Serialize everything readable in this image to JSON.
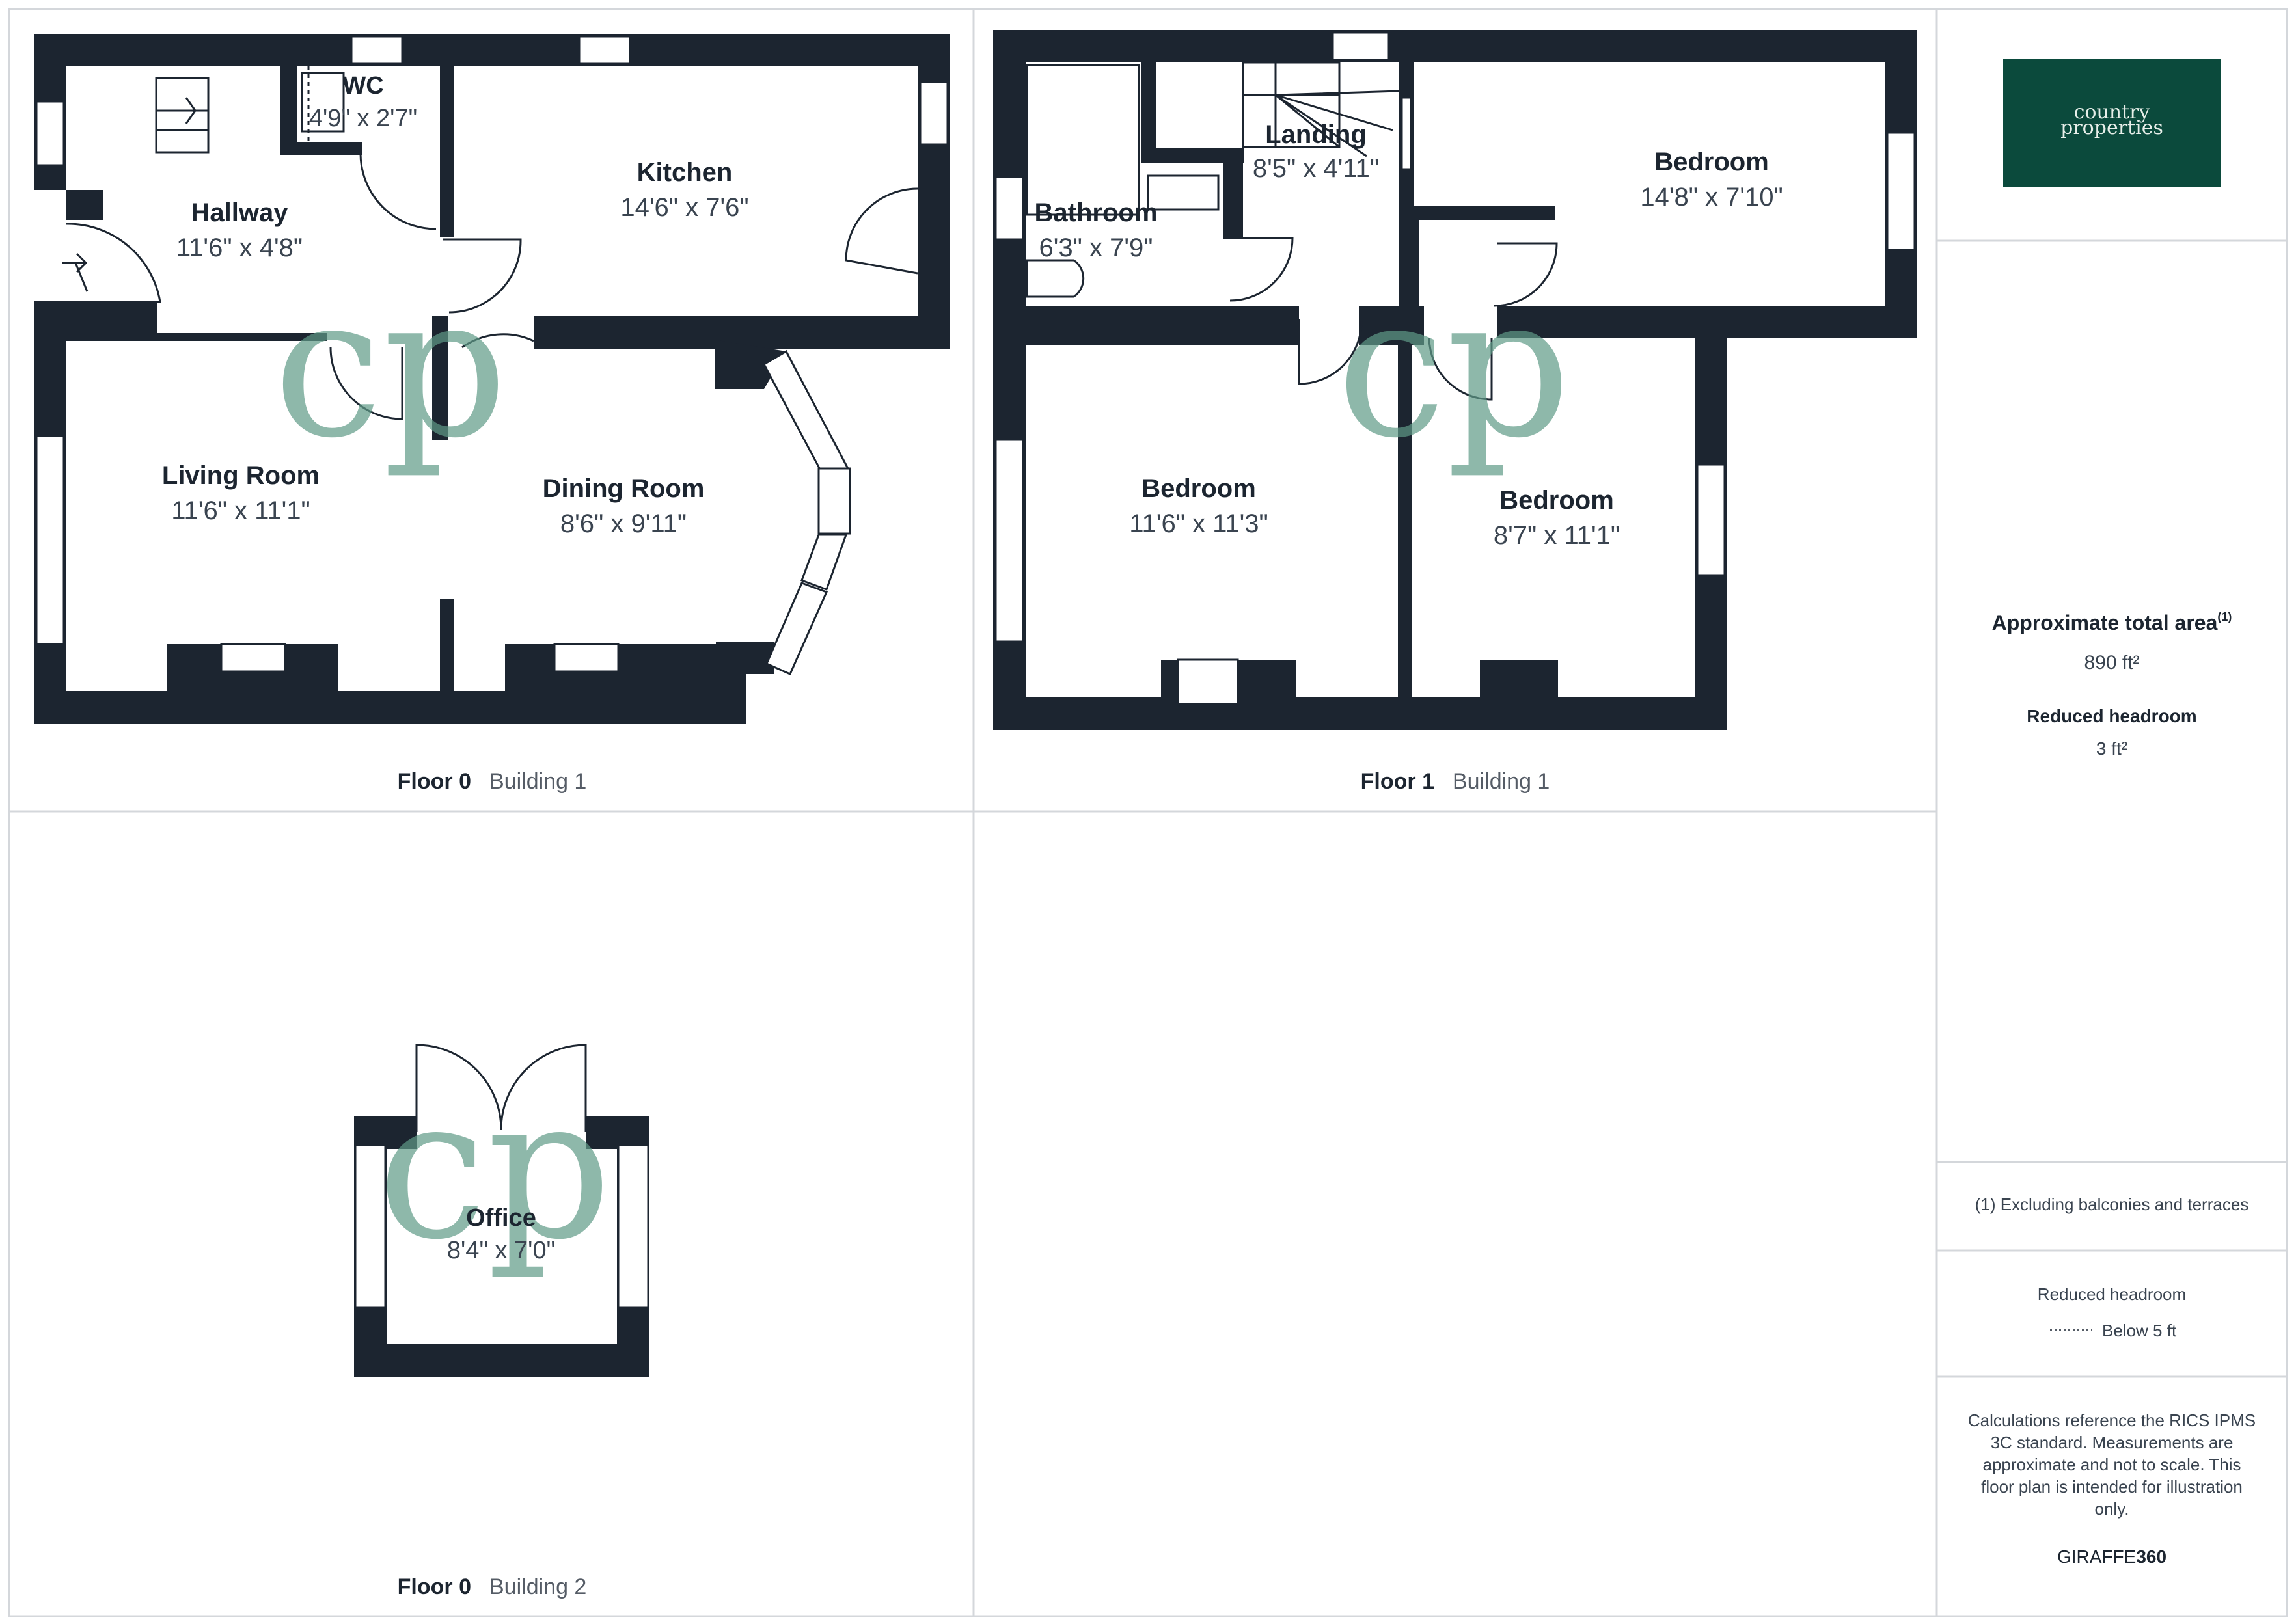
{
  "floors": [
    {
      "floor_label": "Floor 0",
      "building_label": "Building 1",
      "rooms": [
        {
          "name": "WC",
          "dims": "4'9\" x 2'7\""
        },
        {
          "name": "Hallway",
          "dims": "11'6\" x 4'8\""
        },
        {
          "name": "Kitchen",
          "dims": "14'6\" x 7'6\""
        },
        {
          "name": "Living Room",
          "dims": "11'6\" x 11'1\""
        },
        {
          "name": "Dining Room",
          "dims": "8'6\" x 9'11\""
        }
      ]
    },
    {
      "floor_label": "Floor 1",
      "building_label": "Building 1",
      "rooms": [
        {
          "name": "Landing",
          "dims": "8'5\" x 4'11\""
        },
        {
          "name": "Bedroom",
          "dims": "14'8\" x 7'10\""
        },
        {
          "name": "Bathroom",
          "dims": "6'3\" x 7'9\""
        },
        {
          "name": "Bedroom",
          "dims": "11'6\" x 11'3\""
        },
        {
          "name": "Bedroom",
          "dims": "8'7\" x 11'1\""
        }
      ]
    },
    {
      "floor_label": "Floor 0",
      "building_label": "Building 2",
      "rooms": [
        {
          "name": "Office",
          "dims": "8'4\" x 7'0\""
        }
      ]
    }
  ],
  "logo": {
    "line1": "country",
    "line2": "properties",
    "bg_color": "#0b4a3c"
  },
  "watermark": "cp",
  "area": {
    "title": "Approximate total area",
    "title_note": "(1)",
    "value": "890 ft²",
    "reduced_title": "Reduced headroom",
    "reduced_value": "3 ft²"
  },
  "footnote": "(1) Excluding balconies and terraces",
  "legend": {
    "title": "Reduced headroom",
    "label": "Below 5 ft"
  },
  "disclaimer": [
    "Calculations reference the RICS IPMS",
    "3C standard. Measurements are",
    "approximate and not to scale. This",
    "floor plan is intended for illustration",
    "only."
  ],
  "brand": {
    "part1": "GIRAFFE",
    "part2": "360"
  },
  "colors": {
    "wall": "#1c2530",
    "watermark": "#5f9b87",
    "grid": "#d4d7db"
  }
}
